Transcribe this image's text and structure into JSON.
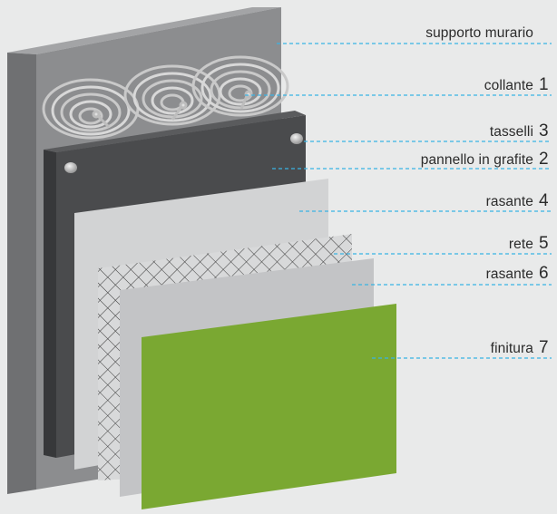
{
  "layers": [
    {
      "id": "supporto",
      "name": "supporto murario",
      "number": ""
    },
    {
      "id": "collante",
      "name": "collante",
      "number": "1"
    },
    {
      "id": "tasselli",
      "name": "tasselli",
      "number": "3"
    },
    {
      "id": "pannello",
      "name": "pannello in grafite",
      "number": "2"
    },
    {
      "id": "rasante1",
      "name": "rasante",
      "number": "4"
    },
    {
      "id": "rete",
      "name": "rete",
      "number": "5"
    },
    {
      "id": "rasante2",
      "name": "rasante",
      "number": "6"
    },
    {
      "id": "finitura",
      "name": "finitura",
      "number": "7"
    }
  ],
  "colors": {
    "background": "#e9eaea",
    "wall_front": "#8c8d8f",
    "wall_side": "#6f7072",
    "wall_top": "#a3a4a6",
    "panel_front": "#4a4b4d",
    "panel_side": "#37383a",
    "rasante_light": "#d2d3d4",
    "rasante_mid": "#c3c4c6",
    "mesh": "#3a3a3a",
    "finish_green": "#7aa832",
    "leader_line": "#39b3e4"
  }
}
